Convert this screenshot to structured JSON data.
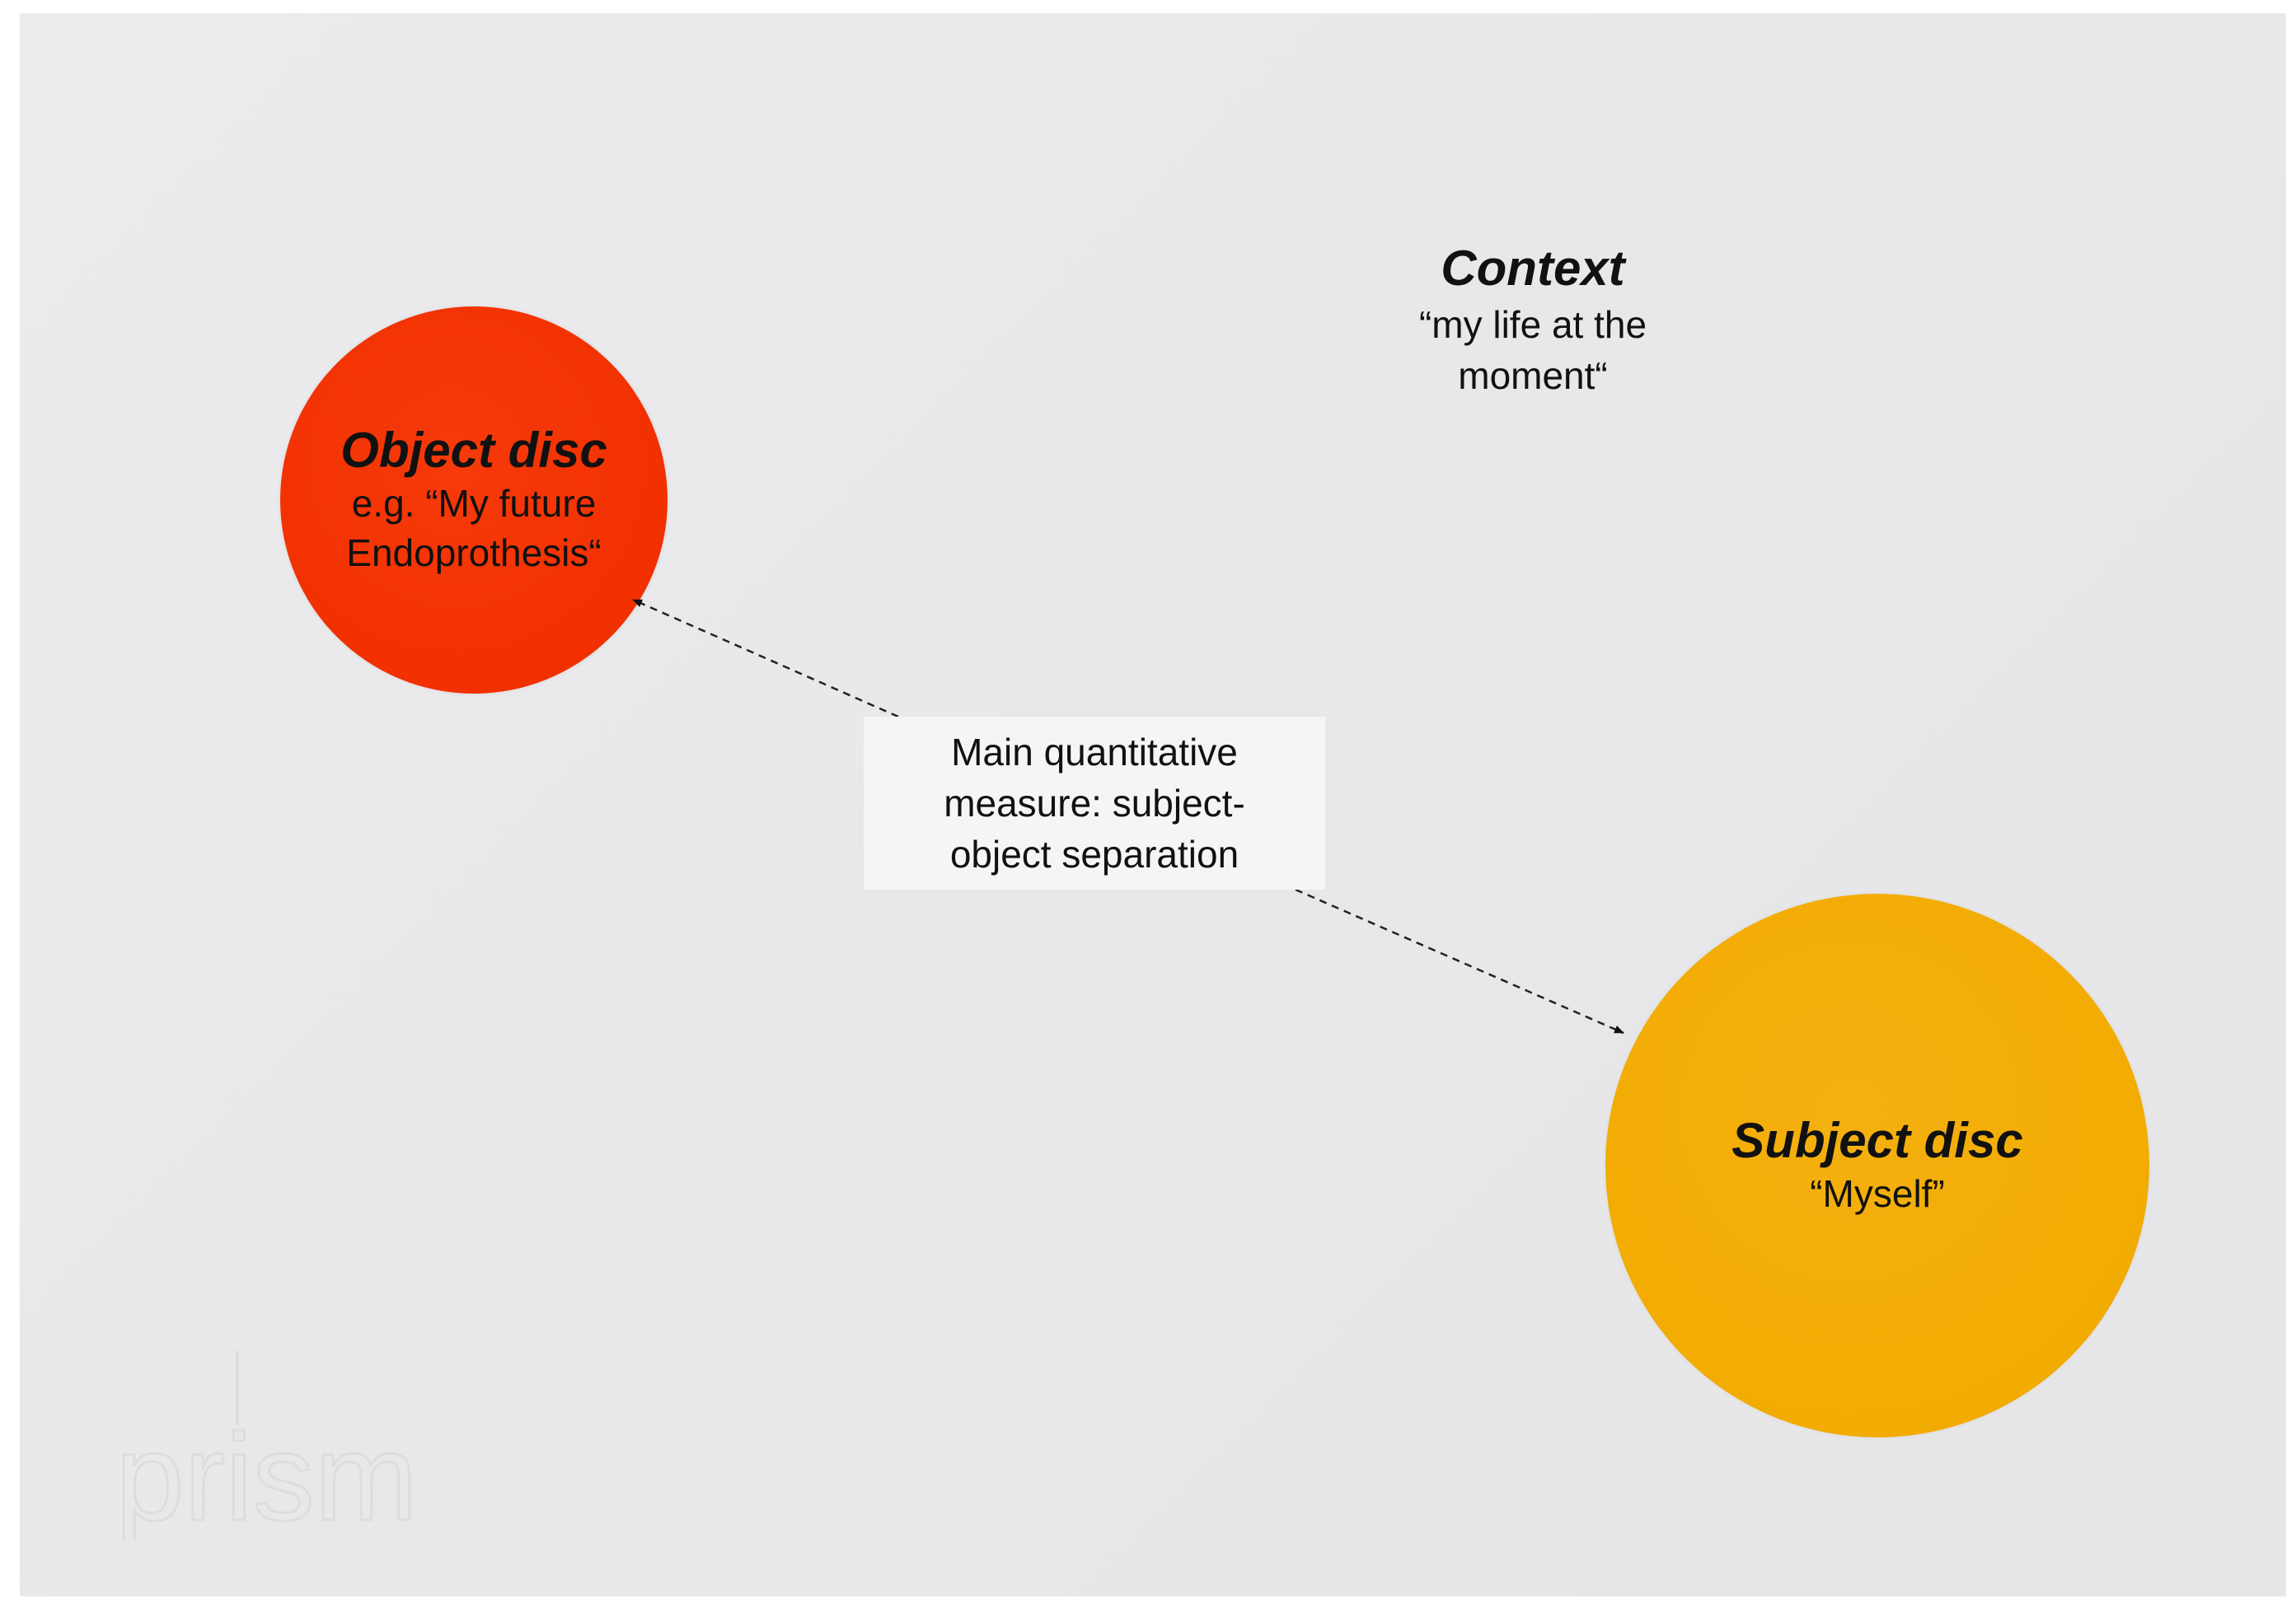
{
  "context": {
    "title": "Context",
    "subtitle_line1": "“my life at the",
    "subtitle_line2": "moment“"
  },
  "object_disc": {
    "title": "Object disc",
    "line1": "e.g. “My future",
    "line2": "Endoprothesis“",
    "color": "#f23000"
  },
  "subject_disc": {
    "title": "Subject disc",
    "line1": "“Myself”",
    "color": "#f2ab00"
  },
  "measure": {
    "line1": "Main quantitative",
    "line2": "measure: subject-",
    "line3": "object separation"
  },
  "watermark": {
    "text": "prism"
  }
}
